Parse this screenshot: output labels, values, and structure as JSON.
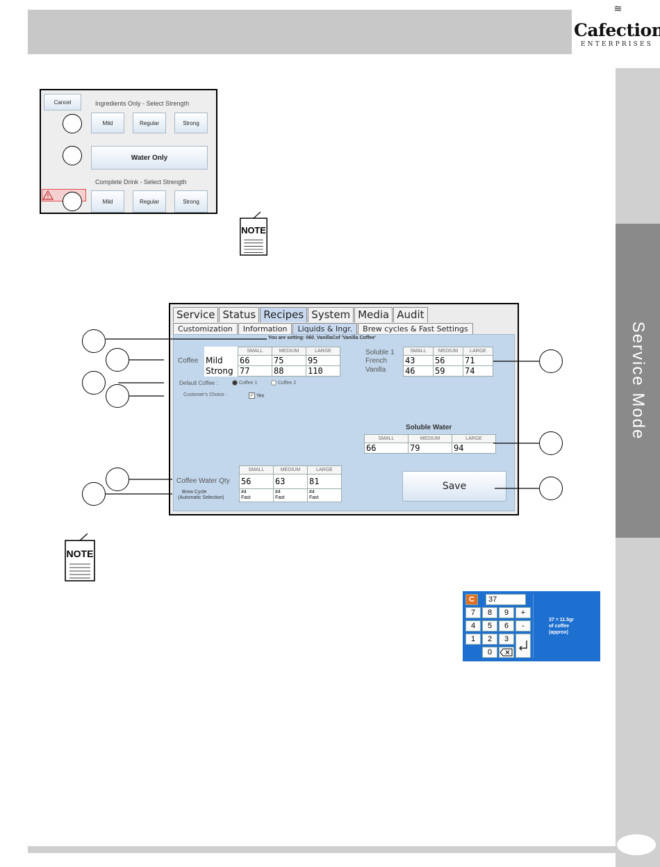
{
  "header": {
    "logo_steam": "≋",
    "logo_brand": "Cafection",
    "logo_sub": "ENTERPRISES"
  },
  "side_tab": {
    "label": "Service Mode"
  },
  "screen1": {
    "cancel_label": "Cancel",
    "caption_ingredients": "Ingredients Only - Select Strength",
    "caption_complete": "Complete Drink - Select Strength",
    "strength_buttons": [
      "Mild",
      "Regular",
      "Strong"
    ],
    "water_only_label": "Water Only",
    "complete_buttons": [
      "Mild",
      "Regular",
      "Strong"
    ]
  },
  "note_label": "NOTE",
  "recipes": {
    "main_tabs": [
      "Service",
      "Status",
      "Recipes",
      "System",
      "Media",
      "Audit"
    ],
    "active_main_tab": "Recipes",
    "sub_tabs": [
      "Customization",
      "Information",
      "Liquids & Ingr.",
      "Brew cycles & Fast Settings"
    ],
    "setting_line": "You are setting: 060_VanillaCof 'Vanilla Coffee'",
    "size_headers": [
      "SMALL",
      "MEDIUM",
      "LARGE"
    ],
    "coffee": {
      "label": "Coffee",
      "rows": [
        {
          "name": "Mild",
          "values": [
            "66",
            "75",
            "95"
          ]
        },
        {
          "name": "Strong",
          "values": [
            "77",
            "88",
            "110"
          ]
        }
      ]
    },
    "soluble1": {
      "label": "Soluble 1",
      "rows": [
        {
          "name": "French",
          "values": [
            "43",
            "56",
            "71"
          ]
        },
        {
          "name": "Vanilla",
          "values": [
            "46",
            "59",
            "74"
          ]
        }
      ]
    },
    "default_coffee": {
      "label": "Default Coffee :",
      "options": [
        "Coffee 1",
        "Coffee 2"
      ],
      "selected": "Coffee 1"
    },
    "customers_choice": {
      "label": "Customer's Choice :",
      "checkbox_label": "Yes",
      "checked": true
    },
    "soluble_water": {
      "label": "Soluble Water",
      "values": [
        "66",
        "79",
        "94"
      ]
    },
    "coffee_water_qty": {
      "label": "Coffee Water Qty",
      "values": [
        "56",
        "63",
        "81"
      ]
    },
    "brew_cycle": {
      "label_line1": "Brew Cycle",
      "label_line2": "(Automatic Selection)",
      "values": [
        {
          "num": "#4",
          "mode": "Fast"
        },
        {
          "num": "#4",
          "mode": "Fast"
        },
        {
          "num": "#4",
          "mode": "Fast"
        }
      ]
    },
    "save_label": "Save"
  },
  "keypad": {
    "clear_label": "C",
    "display_value": "37",
    "keys": [
      "7",
      "8",
      "9",
      "+",
      "4",
      "5",
      "6",
      "-",
      "1",
      "2",
      "3",
      "0"
    ],
    "info_lines": [
      "37 = 11.5gr",
      "of coffee",
      "(approx)"
    ]
  },
  "colors": {
    "panel_blue": "#c3d7ec",
    "keypad_blue": "#1d6fd0",
    "side_tab_dark": "#8a8a8a",
    "header_gray": "#c8c8c8"
  }
}
